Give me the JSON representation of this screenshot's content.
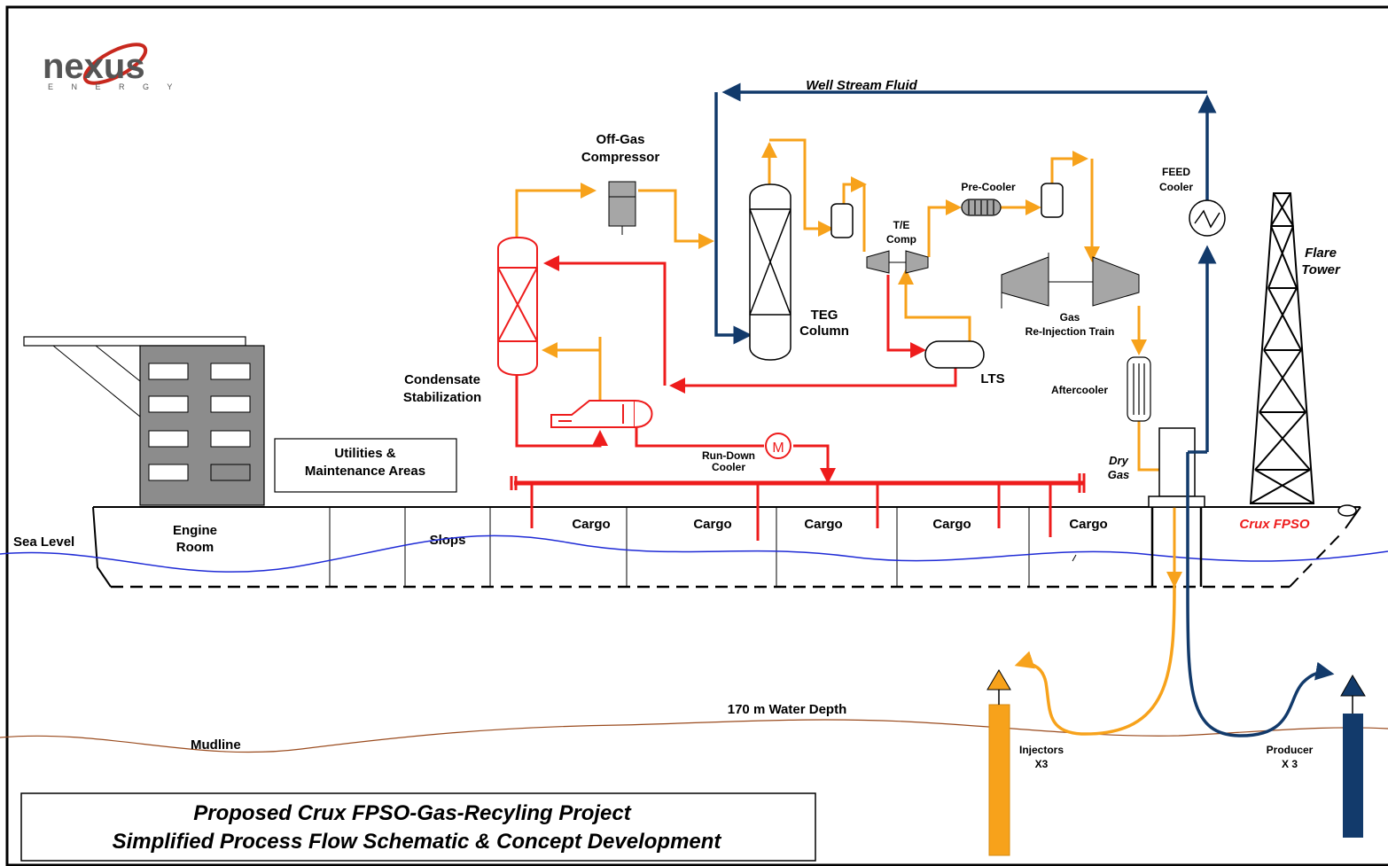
{
  "logo": {
    "text": "nexus",
    "subtext": "E N E R G Y"
  },
  "title": {
    "line1": "Proposed Crux FPSO-Gas-Recyling Project",
    "line2": "Simplified Process Flow Schematic & Concept Development"
  },
  "labels": {
    "well_stream": "Well Stream Fluid",
    "offgas_1": "Off-Gas",
    "offgas_2": "Compressor",
    "teg_1": "TEG",
    "teg_2": "Column",
    "te_1": "T/E",
    "te_2": "Comp",
    "precooler": "Pre-Cooler",
    "feed_1": "FEED",
    "feed_2": "Cooler",
    "gas_1": "Gas",
    "gas_2": "Re-Injection Train",
    "lts": "LTS",
    "aftercooler": "Aftercooler",
    "cond_1": "Condensate",
    "cond_2": "Stabilization",
    "rundown_1": "Run-Down",
    "rundown_2": "Cooler",
    "flare_1": "Flare",
    "flare_2": "Tower",
    "drygas_1": "Dry",
    "drygas_2": "Gas",
    "utilities_1": "Utilities &",
    "utilities_2": "Maintenance Areas",
    "engine_1": "Engine",
    "engine_2": "Room",
    "slops": "Slops",
    "cargo": [
      "Cargo",
      "Cargo",
      "Cargo",
      "Cargo",
      "Cargo"
    ],
    "crux": "Crux FPSO",
    "sea_level": "Sea Level",
    "water_depth": "170 m Water Depth",
    "mudline": "Mudline",
    "injectors_1": "Injectors",
    "injectors_2": "X3",
    "producer_1": "Producer",
    "producer_2": "X 3"
  },
  "colors": {
    "gas": "#f7a21b",
    "liquid": "#ee1c1c",
    "well": "#123a6b",
    "sea": "#1f2bd6",
    "mud": "#9a4b1e",
    "equipment": "#a6a6a6",
    "building": "#8c8c8c"
  }
}
